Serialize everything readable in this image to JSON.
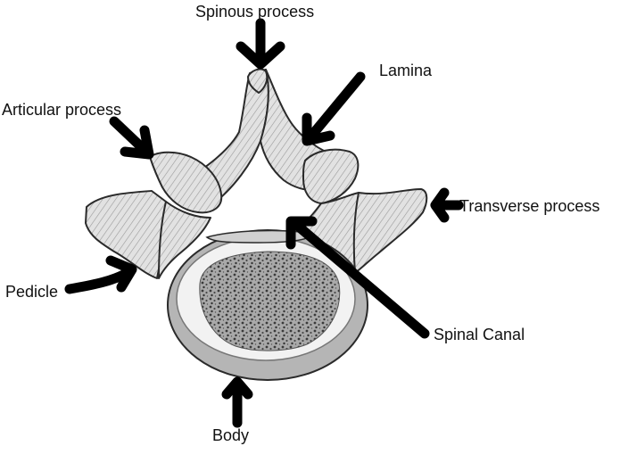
{
  "labels": {
    "spinous_process": "Spinous process",
    "lamina": "Lamina",
    "articular_process": "Articular process",
    "transverse_process": "Transverse process",
    "pedicle": "Pedicle",
    "spinal_canal": "Spinal Canal",
    "body": "Body"
  },
  "colors": {
    "arrow": "#000000",
    "bone_fill": "#f2f2f2",
    "bone_shade": "#b5b5b5",
    "bone_outline": "#2a2a2a",
    "cancellous": "#8d8d8d",
    "background": "#ffffff"
  }
}
